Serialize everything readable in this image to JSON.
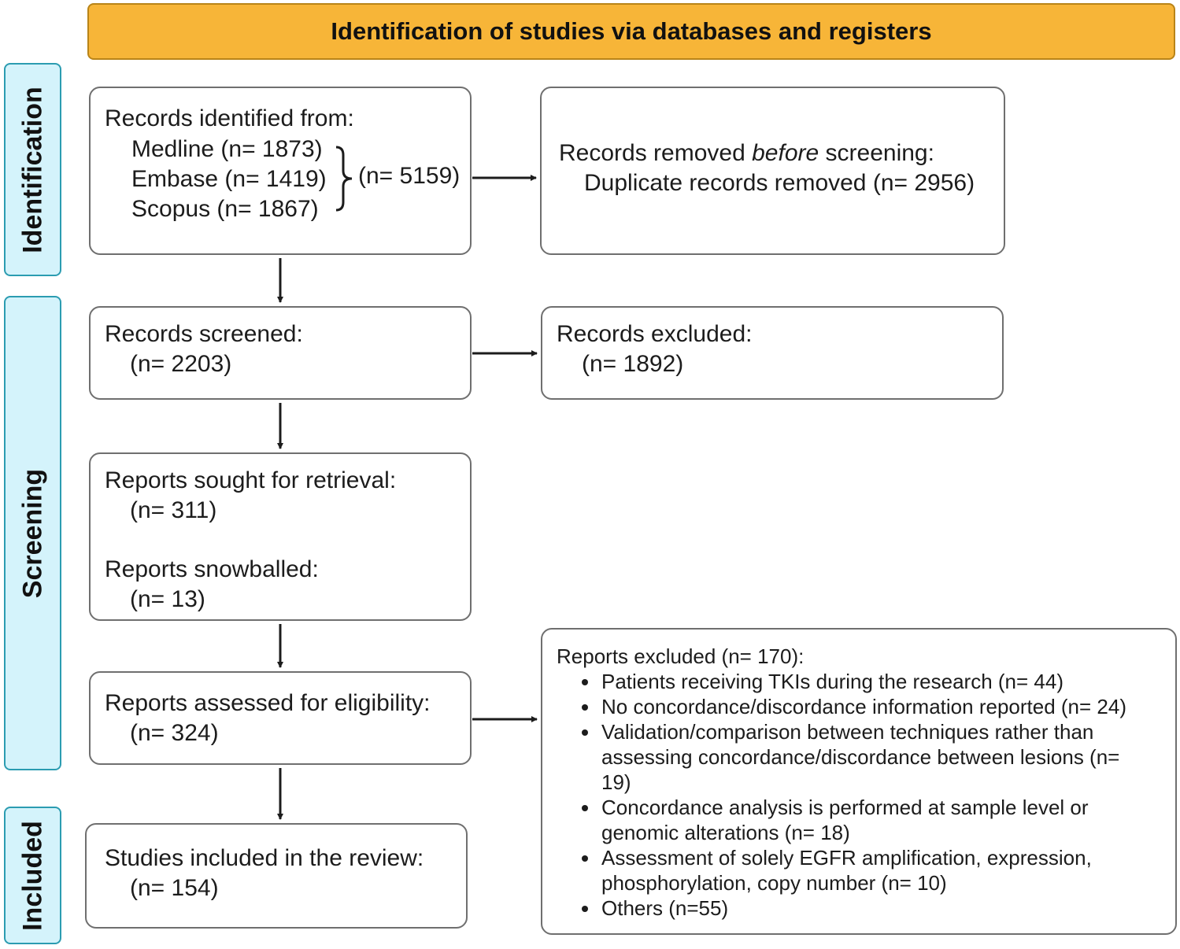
{
  "header": {
    "title": "Identification of studies via databases and registers"
  },
  "phases": {
    "identification": "Identification",
    "screening": "Screening",
    "included": "Included"
  },
  "identified": {
    "heading": "Records identified from:",
    "sources": [
      {
        "label": "Medline (n= 1873)"
      },
      {
        "label": "Embase (n= 1419)"
      },
      {
        "label": "Scopus (n= 1867)"
      }
    ],
    "total": "(n= 5159)"
  },
  "removed": {
    "heading_pre": "Records removed ",
    "heading_em": "before",
    "heading_post": " screening:",
    "detail": "Duplicate records removed (n= 2956)"
  },
  "screened": {
    "heading": "Records screened:",
    "count": "(n= 2203)"
  },
  "excluded": {
    "heading": "Records excluded:",
    "count": "(n= 1892)"
  },
  "sought": {
    "heading": "Reports sought for retrieval:",
    "count": "(n= 311)",
    "snow_heading": "Reports snowballed:",
    "snow_count": "(n= 13)"
  },
  "assessed": {
    "heading": "Reports assessed for eligibility:",
    "count": "(n= 324)"
  },
  "included": {
    "heading": "Studies included in the review:",
    "count": "(n= 154)"
  },
  "reports_excluded": {
    "heading": "Reports excluded (n= 170):",
    "reasons": [
      "Patients receiving TKIs during the research (n= 44)",
      "No concordance/discordance information reported (n= 24)",
      "Validation/comparison between techniques rather than assessing concordance/discordance between lesions (n= 19)",
      "Concordance analysis is performed at sample level or genomic alterations (n= 18)",
      "Assessment of solely EGFR amplification, expression, phosphorylation, copy number (n= 10)",
      "Others (n=55)"
    ]
  },
  "colors": {
    "header_fill": "#f7b538",
    "header_border": "#b98418",
    "phase_fill": "#d4f3fb",
    "phase_border": "#2b9cb1",
    "box_border": "#6f6f6f",
    "arrow": "#1c1c1c"
  }
}
